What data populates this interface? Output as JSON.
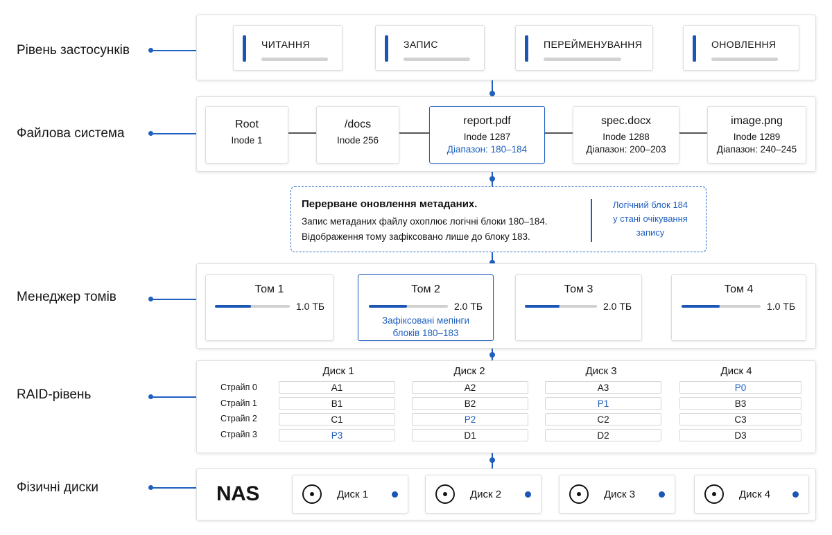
{
  "layers": {
    "app": "Рівень застосунків",
    "fs": "Файлова система",
    "vm": "Менеджер томів",
    "raid": "RAID-рівень",
    "phys": "Фізичні диски"
  },
  "app_ops": [
    "ЧИТАННЯ",
    "ЗАПИС",
    "ПЕРЕЙМЕНУВАННЯ",
    "ОНОВЛЕННЯ"
  ],
  "fs_nodes": [
    {
      "name": "Root",
      "inode": "Inode 1",
      "range": ""
    },
    {
      "name": "/docs",
      "inode": "Inode 256",
      "range": ""
    },
    {
      "name": "report.pdf",
      "inode": "Inode 1287",
      "range": "Діапазон: 180–184"
    },
    {
      "name": "spec.docx",
      "inode": "Inode 1288",
      "range": "Діапазон: 200–203"
    },
    {
      "name": "image.png",
      "inode": "Inode 1289",
      "range": "Діапазон: 240–245"
    }
  ],
  "callout": {
    "title": "Перерване оновлення метаданих.",
    "line1": "Запис метаданих файлу охоплює логічні блоки 180–184.",
    "line2": "Відображення тому зафіксовано лише до блоку 183.",
    "side1": "Логічний блок 184",
    "side2": "у стані очікування",
    "side3": "запису"
  },
  "volumes": [
    {
      "name": "Том 1",
      "size": "1.0 ТБ",
      "fill": 0.48
    },
    {
      "name": "Том 2",
      "size": "2.0 ТБ",
      "fill": 0.48,
      "note1": "Зафіксовані мепінги",
      "note2": "блоків 180–183"
    },
    {
      "name": "Том 3",
      "size": "2.0 ТБ",
      "fill": 0.48
    },
    {
      "name": "Том 4",
      "size": "1.0 ТБ",
      "fill": 0.48
    }
  ],
  "raid": {
    "disks": [
      "Диск 1",
      "Диск 2",
      "Диск 3",
      "Диск 4"
    ],
    "stripes": [
      "Страйп 0",
      "Страйп 1",
      "Страйп 2",
      "Страйп 3"
    ],
    "cells": [
      [
        "A1",
        "A2",
        "A3",
        "P0"
      ],
      [
        "B1",
        "B2",
        "P1",
        "B3"
      ],
      [
        "C1",
        "P2",
        "C2",
        "C3"
      ],
      [
        "P3",
        "D1",
        "D2",
        "D3"
      ]
    ]
  },
  "physical": {
    "nas": "NAS",
    "disks": [
      "Диск 1",
      "Диск 2",
      "Диск 3",
      "Диск 4"
    ]
  },
  "colors": {
    "accent": "#1f5fbf",
    "accent_dark": "#1a56b3"
  }
}
